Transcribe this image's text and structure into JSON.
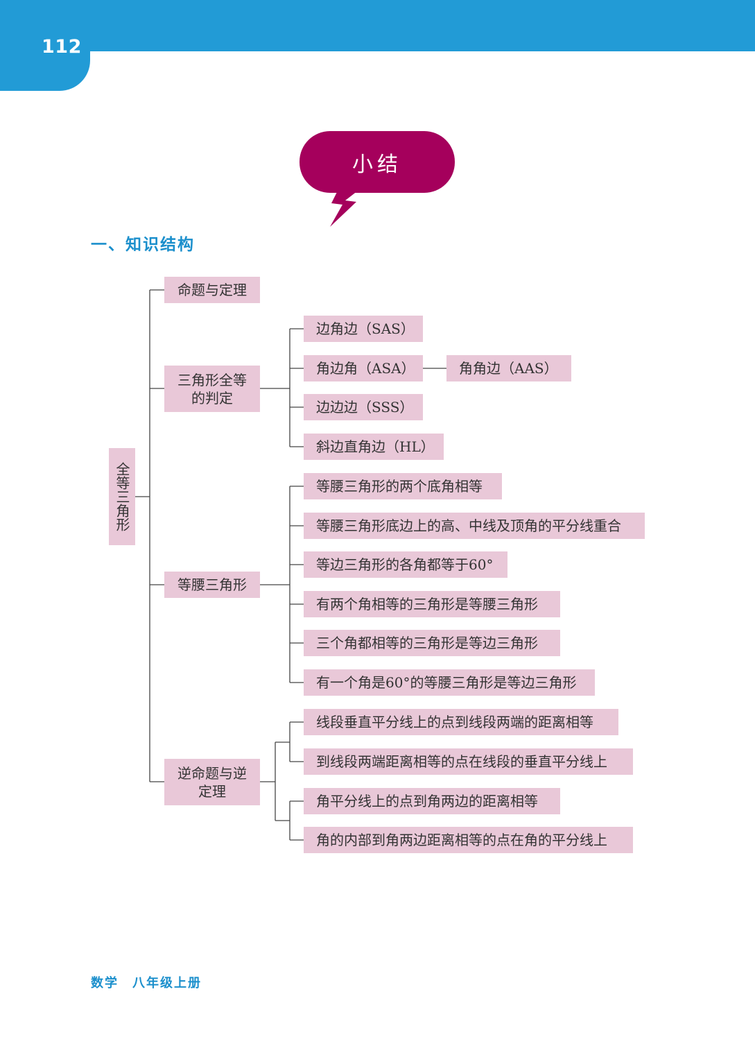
{
  "page_number": "112",
  "banner_title": "小结",
  "section_title": "一、知识结构",
  "tree": {
    "root": "全等三角形",
    "branch_1": "命题与定理",
    "branch_2": "三角形全等\n的判定",
    "branch_2_items": {
      "sas": "边角边（SAS）",
      "asa": "角边角（ASA）",
      "aas": "角角边（AAS）",
      "sss": "边边边（SSS）",
      "hl": "斜边直角边（HL）"
    },
    "branch_3": "等腰三角形",
    "branch_3_items": [
      "等腰三角形的两个底角相等",
      "等腰三角形底边上的高、中线及顶角的平分线重合",
      "等边三角形的各角都等于60°",
      "有两个角相等的三角形是等腰三角形",
      "三个角都相等的三角形是等边三角形",
      "有一个角是60°的等腰三角形是等边三角形"
    ],
    "branch_4": "逆命题与逆\n定理",
    "branch_4_items": [
      "线段垂直平分线上的点到线段两端的距离相等",
      "到线段两端距离相等的点在线段的垂直平分线上",
      "角平分线上的点到角两边的距离相等",
      "角的内部到角两边距离相等的点在角的平分线上"
    ]
  },
  "footer": "数学　八年级上册",
  "colors": {
    "header_blue": "#229bd6",
    "bubble_magenta": "#a5005c",
    "node_pink": "#e9c8d8",
    "title_blue": "#1b8fcc"
  }
}
